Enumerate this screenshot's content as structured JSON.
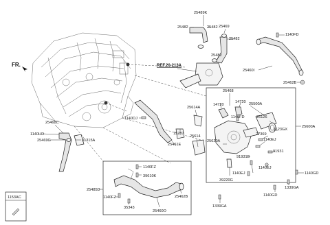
{
  "orientation_label": "FR.",
  "reference_label": "REF.20-213A",
  "inset_label": "1153AC",
  "part_labels": {
    "p25489K": "25489K",
    "p25482_a": "25482",
    "p25482_b": "25482",
    "p25469": "25469",
    "p25482_c": "25482",
    "p25482_d": "25482",
    "p1140FD_top": "1140FD",
    "p25460I": "25460I",
    "p25462B_top": "25462B",
    "p25468_a": "25468",
    "p14720_a": "14720",
    "p14720_b": "14720",
    "p25500A": "25500A",
    "p1140FD_mid": "1140FD",
    "p25126": "25126",
    "p1123GX": "1123GX",
    "p25600A": "25600A",
    "p25614A": "25614A",
    "p1140DJ": "1140DJ",
    "p15287": "15287",
    "p25461E": "25461E",
    "p25614": "25614",
    "p25620A": "25620A",
    "p27369": "27369",
    "p1140EJ_a": "1140EJ",
    "p91931": "91931",
    "p91931B": "91931B",
    "p1140EJ_b": "1140EJ",
    "p1140EJ_c": "1140EJ",
    "p39220G": "39220G",
    "p1140GD_a": "1140GD",
    "p1339GA_a": "1339GA",
    "p1140GD_b": "1140GD",
    "p1339GA_b": "1339GA",
    "p25468C": "25468C",
    "p1140HD": "1140HD",
    "p25469G": "25469G",
    "p31315A": "31315A",
    "p1140FZ_a": "1140FZ",
    "p39610K": "39610K",
    "p25485D": "25485D",
    "p1140FZ_b": "1140FZ",
    "p35343": "35343",
    "p25462B_bot": "25462B",
    "p25460O": "25460O"
  }
}
